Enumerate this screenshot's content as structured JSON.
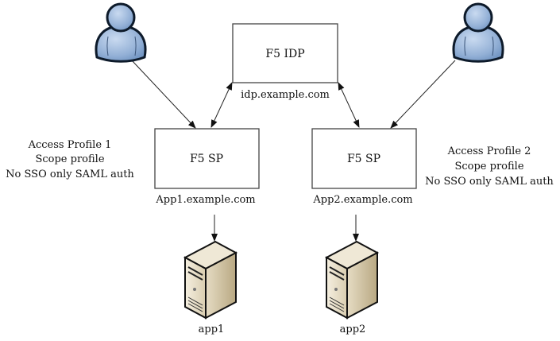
{
  "diagram": {
    "idp": {
      "title": "F5 IDP",
      "hostname": "idp.example.com"
    },
    "sp1": {
      "title": "F5 SP",
      "hostname": "App1.example.com"
    },
    "sp2": {
      "title": "F5 SP",
      "hostname": "App2.example.com"
    },
    "profile1": {
      "lines": [
        "Access Profile 1",
        "Scope profile",
        "No SSO only SAML auth"
      ]
    },
    "profile2": {
      "lines": [
        "Access Profile 2",
        "Scope profile",
        "No SSO only SAML auth"
      ]
    },
    "server1": {
      "label": "app1",
      "icon": "server-icon"
    },
    "server2": {
      "label": "app2",
      "icon": "server-icon"
    },
    "user1": {
      "icon": "user-icon"
    },
    "user2": {
      "icon": "user-icon"
    },
    "colors": {
      "user_fill": "#9db8da",
      "user_stroke": "#0d1a2a",
      "server_fill": "#e8e0cc",
      "box_stroke": "#444444"
    }
  }
}
